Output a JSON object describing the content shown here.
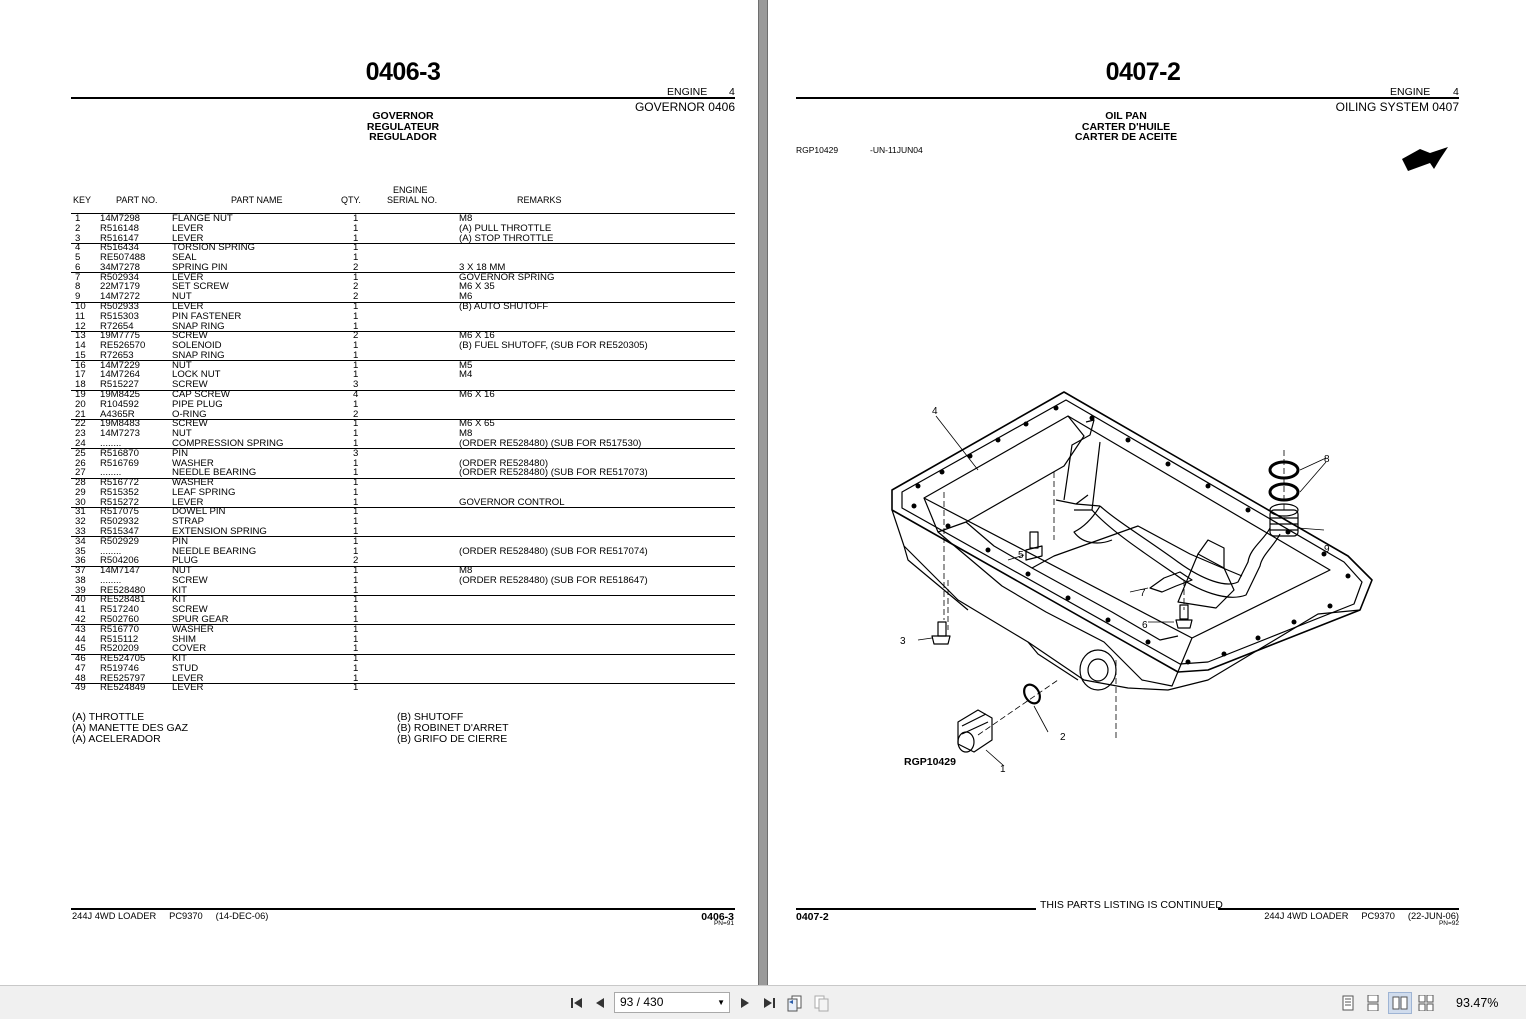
{
  "left_page": {
    "page_number": "0406-3",
    "header_engine": "ENGINE",
    "header_engine_num": "4",
    "section": "GOVERNOR 0406",
    "title_lines": [
      "GOVERNOR",
      "REGULATEUR",
      "REGULADOR"
    ],
    "columns": {
      "key": "KEY",
      "part_no": "PART NO.",
      "part_name": "PART NAME",
      "qty": "QTY.",
      "engine_serial_1": "ENGINE",
      "engine_serial_2": "SERIAL NO.",
      "remarks": "REMARKS"
    },
    "rows": [
      {
        "key": "1",
        "part": "14M7298",
        "name": "FLANGE NUT",
        "qty": "1",
        "remarks": "M8"
      },
      {
        "key": "2",
        "part": "R516148",
        "name": "LEVER",
        "qty": "1",
        "remarks": "(A) PULL THROTTLE"
      },
      {
        "key": "3",
        "part": "R516147",
        "name": "LEVER",
        "qty": "1",
        "remarks": "(A) STOP THROTTLE"
      },
      {
        "key": "4",
        "part": "R516434",
        "name": "TORSION SPRING",
        "qty": "1",
        "remarks": ""
      },
      {
        "key": "5",
        "part": "RE507488",
        "name": "SEAL",
        "qty": "1",
        "remarks": ""
      },
      {
        "key": "6",
        "part": "34M7278",
        "name": "SPRING PIN",
        "qty": "2",
        "remarks": "3 X 18 MM"
      },
      {
        "key": "7",
        "part": "R502934",
        "name": "LEVER",
        "qty": "1",
        "remarks": "GOVERNOR SPRING"
      },
      {
        "key": "8",
        "part": "22M7179",
        "name": "SET SCREW",
        "qty": "2",
        "remarks": "M6 X 35"
      },
      {
        "key": "9",
        "part": "14M7272",
        "name": "NUT",
        "qty": "2",
        "remarks": "M6"
      },
      {
        "key": "10",
        "part": "R502933",
        "name": "LEVER",
        "qty": "1",
        "remarks": "(B) AUTO SHUTOFF"
      },
      {
        "key": "11",
        "part": "R515303",
        "name": "PIN FASTENER",
        "qty": "1",
        "remarks": ""
      },
      {
        "key": "12",
        "part": "R72654",
        "name": "SNAP RING",
        "qty": "1",
        "remarks": ""
      },
      {
        "key": "13",
        "part": "19M7775",
        "name": "SCREW",
        "qty": "2",
        "remarks": "M6 X 16"
      },
      {
        "key": "14",
        "part": "RE526570",
        "name": "SOLENOID",
        "qty": "1",
        "remarks": "(B) FUEL SHUTOFF, (SUB FOR RE520305)"
      },
      {
        "key": "15",
        "part": "R72653",
        "name": "SNAP RING",
        "qty": "1",
        "remarks": ""
      },
      {
        "key": "16",
        "part": "14M7229",
        "name": "NUT",
        "qty": "1",
        "remarks": "M5"
      },
      {
        "key": "17",
        "part": "14M7264",
        "name": "LOCK NUT",
        "qty": "1",
        "remarks": "M4"
      },
      {
        "key": "18",
        "part": "R515227",
        "name": "SCREW",
        "qty": "3",
        "remarks": ""
      },
      {
        "key": "19",
        "part": "19M8425",
        "name": "CAP SCREW",
        "qty": "4",
        "remarks": "M6 X 16"
      },
      {
        "key": "20",
        "part": "R104592",
        "name": "PIPE PLUG",
        "qty": "1",
        "remarks": ""
      },
      {
        "key": "21",
        "part": "A4365R",
        "name": "O-RING",
        "qty": "2",
        "remarks": ""
      },
      {
        "key": "22",
        "part": "19M8483",
        "name": "SCREW",
        "qty": "1",
        "remarks": "M6 X 65"
      },
      {
        "key": "23",
        "part": "14M7273",
        "name": "NUT",
        "qty": "1",
        "remarks": "M8"
      },
      {
        "key": "24",
        "part": "........",
        "name": "COMPRESSION SPRING",
        "qty": "1",
        "remarks": "(ORDER RE528480) (SUB FOR R517530)"
      },
      {
        "key": "25",
        "part": "R516870",
        "name": "PIN",
        "qty": "3",
        "remarks": ""
      },
      {
        "key": "26",
        "part": "R516769",
        "name": "WASHER",
        "qty": "1",
        "remarks": "(ORDER RE528480)"
      },
      {
        "key": "27",
        "part": "........",
        "name": "NEEDLE BEARING",
        "qty": "1",
        "remarks": "(ORDER RE528480) (SUB FOR RE517073)"
      },
      {
        "key": "28",
        "part": "R516772",
        "name": "WASHER",
        "qty": "1",
        "remarks": ""
      },
      {
        "key": "29",
        "part": "R515352",
        "name": "LEAF SPRING",
        "qty": "1",
        "remarks": ""
      },
      {
        "key": "30",
        "part": "R515272",
        "name": "LEVER",
        "qty": "1",
        "remarks": "GOVERNOR CONTROL"
      },
      {
        "key": "31",
        "part": "R517075",
        "name": "DOWEL PIN",
        "qty": "1",
        "remarks": ""
      },
      {
        "key": "32",
        "part": "R502932",
        "name": "STRAP",
        "qty": "1",
        "remarks": ""
      },
      {
        "key": "33",
        "part": "R515347",
        "name": "EXTENSION SPRING",
        "qty": "1",
        "remarks": ""
      },
      {
        "key": "34",
        "part": "R502929",
        "name": "PIN",
        "qty": "1",
        "remarks": ""
      },
      {
        "key": "35",
        "part": "........",
        "name": "NEEDLE BEARING",
        "qty": "1",
        "remarks": "(ORDER RE528480) (SUB FOR RE517074)"
      },
      {
        "key": "36",
        "part": "R504206",
        "name": "PLUG",
        "qty": "2",
        "remarks": ""
      },
      {
        "key": "37",
        "part": "14M7147",
        "name": "NUT",
        "qty": "1",
        "remarks": "M8"
      },
      {
        "key": "38",
        "part": "........",
        "name": "SCREW",
        "qty": "1",
        "remarks": "(ORDER RE528480) (SUB FOR RE518647)"
      },
      {
        "key": "39",
        "part": "RE528480",
        "name": "KIT",
        "qty": "1",
        "remarks": ""
      },
      {
        "key": "40",
        "part": "RE528481",
        "name": "KIT",
        "qty": "1",
        "remarks": ""
      },
      {
        "key": "41",
        "part": "R517240",
        "name": "SCREW",
        "qty": "1",
        "remarks": ""
      },
      {
        "key": "42",
        "part": "R502760",
        "name": "SPUR GEAR",
        "qty": "1",
        "remarks": ""
      },
      {
        "key": "43",
        "part": "R516770",
        "name": "WASHER",
        "qty": "1",
        "remarks": ""
      },
      {
        "key": "44",
        "part": "R515112",
        "name": "SHIM",
        "qty": "1",
        "remarks": ""
      },
      {
        "key": "45",
        "part": "R520209",
        "name": "COVER",
        "qty": "1",
        "remarks": ""
      },
      {
        "key": "46",
        "part": "RE524705",
        "name": "KIT",
        "qty": "1",
        "remarks": ""
      },
      {
        "key": "47",
        "part": "R519746",
        "name": "STUD",
        "qty": "1",
        "remarks": ""
      },
      {
        "key": "48",
        "part": "RE525797",
        "name": "LEVER",
        "qty": "1",
        "remarks": ""
      },
      {
        "key": "49",
        "part": "RE524849",
        "name": "LEVER",
        "qty": "1",
        "remarks": ""
      }
    ],
    "footnotes_a": [
      "(A) THROTTLE",
      "(A) MANETTE DES GAZ",
      "(A) ACELERADOR"
    ],
    "footnotes_b": [
      "(B) SHUTOFF",
      "(B) ROBINET D'ARRET",
      "(B) GRIFO DE CIERRE"
    ],
    "footer_left": "244J 4WD LOADER     PC9370     (14-DEC-06)",
    "footer_right": "0406-3",
    "footer_pn": "PN=91"
  },
  "right_page": {
    "page_number": "0407-2",
    "header_engine": "ENGINE",
    "header_engine_num": "4",
    "section": "OILING SYSTEM 0407",
    "title_lines": [
      "OIL PAN",
      "CARTER D'HUILE",
      "CARTER DE ACEITE"
    ],
    "figure_ref": "RGP10429",
    "figure_date": "-UN-11JUN04",
    "figure_caption": "RGP10429",
    "callouts": [
      "1",
      "2",
      "3",
      "4",
      "5",
      "6",
      "7",
      "8",
      "9"
    ],
    "continued": "THIS PARTS LISTING IS CONTINUED",
    "footer_left": "0407-2",
    "footer_right": "244J 4WD LOADER     PC9370     (22-JUN-06)",
    "footer_pn": "PN=92"
  },
  "toolbar": {
    "page_indicator": "93 / 430",
    "zoom": "93.47%"
  }
}
